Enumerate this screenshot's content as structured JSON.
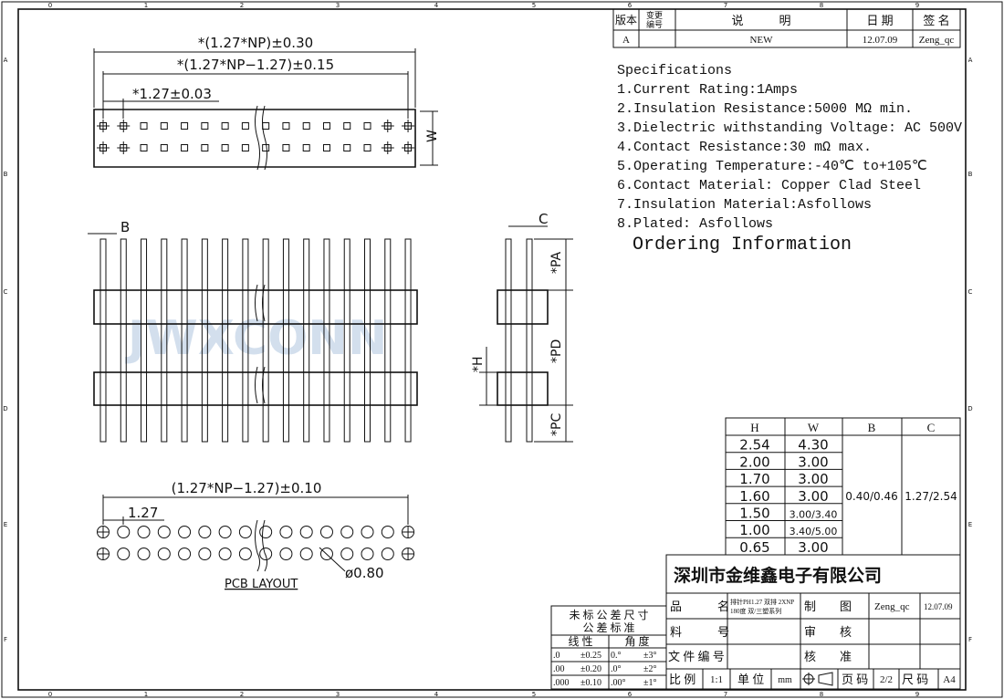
{
  "frame": {
    "columns": [
      "0",
      "1",
      "2",
      "3",
      "4",
      "5",
      "6",
      "7",
      "8",
      "9"
    ],
    "rows": [
      "A",
      "B",
      "C",
      "D",
      "E",
      "F"
    ]
  },
  "revision_block": {
    "headers": [
      "版本",
      "变更",
      "编号",
      "说　　　明",
      "日 期",
      "签 名"
    ],
    "row": {
      "version": "A",
      "change_no": "",
      "description": "NEW",
      "date": "12.07.09",
      "signature": "Zeng_qc"
    }
  },
  "specifications": {
    "title": "Specifications",
    "items": [
      "1.Current Rating:1Amps",
      "2.Insulation Resistance:5000 MΩ min.",
      "3.Dielectric withstanding Voltage: AC 500V",
      "4.Contact Resistance:30 mΩ max.",
      "5.Operating Temperature:-40℃ to+105℃",
      "6.Contact Material: Copper Clad Steel",
      "7.Insulation Material:Asfollows",
      "8.Plated: Asfollows"
    ],
    "ordering_title": "Ordering Information"
  },
  "drawing": {
    "dim_overall": "*(1.27*NP)±0.30",
    "dim_span": "*(1.27*NP−1.27)±0.15",
    "dim_pitch": "*1.27±0.03",
    "label_w": "W",
    "label_b": "B",
    "label_c": "C",
    "label_pa": "*PA",
    "label_pd": "*PD",
    "label_pc": "*PC",
    "label_h": "*H",
    "pcb_dim_span": "(1.27*NP−1.27)±0.10",
    "pcb_dim_pitch": "1.27",
    "pcb_hole": "ø0.80",
    "pcb_title": "PCB LAYOUT",
    "watermark": "JWXCONN"
  },
  "dimension_table": {
    "headers": [
      "H",
      "W",
      "B",
      "C"
    ],
    "rows": [
      [
        "2.54",
        "4.30"
      ],
      [
        "2.00",
        "3.00"
      ],
      [
        "1.70",
        "3.00"
      ],
      [
        "1.60",
        "3.00"
      ],
      [
        "1.50",
        "3.00/3.40"
      ],
      [
        "1.00",
        "3.40/5.00"
      ],
      [
        "0.65",
        "3.00"
      ]
    ],
    "b_value": "0.40/0.46",
    "c_value": "1.27/2.54"
  },
  "title_block": {
    "company": "深圳市金维鑫电子有限公司",
    "product_name_label": "品　　　名",
    "product_name_line1": "排针PH1.27 双排 2XNP",
    "product_name_line2": "180度 双/三塑系列",
    "part_no_label": "料　　　号",
    "doc_no_label": "文 件 编 号",
    "drawn_label": "制　　图",
    "drawn_by": "Zeng_qc",
    "drawn_date": "12.07.09",
    "checked_label": "审　　核",
    "approved_label": "核　　准",
    "scale_label": "比 例",
    "scale": "1:1",
    "unit_label": "单 位",
    "unit": "mm",
    "page_label": "页 码",
    "page": "2/2",
    "size_label": "尺 码",
    "size": "A4"
  },
  "tolerance_table": {
    "title": "未 标 公 差 尺 寸",
    "subtitle": "公 差 标 准",
    "linear_label": "线 性",
    "angle_label": "角 度",
    "rows": [
      [
        ".0",
        "±0.25",
        "0.°",
        "±3°"
      ],
      [
        ".00",
        "±0.20",
        ".0°",
        "±2°"
      ],
      [
        ".000",
        "±0.10",
        ".00°",
        "±1°"
      ]
    ]
  }
}
